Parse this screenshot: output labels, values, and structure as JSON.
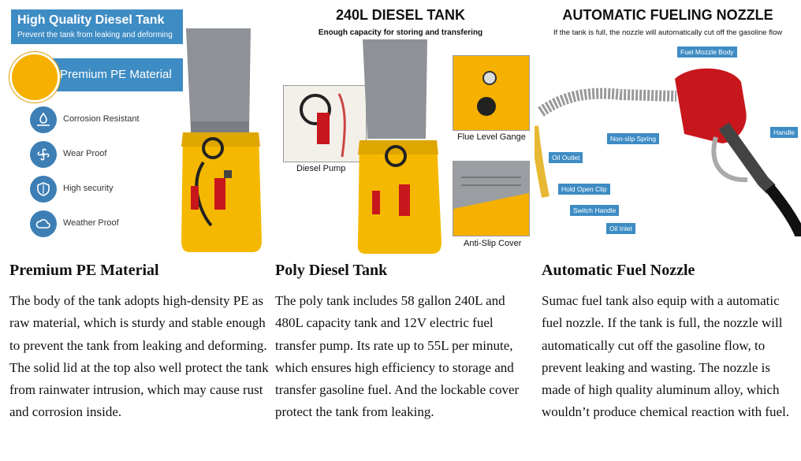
{
  "panel1": {
    "badge_title": "High Quality Diesel Tank",
    "badge_sub": "Prevent the tank from leaking and deforming",
    "pe_label": "Premium PE Material",
    "features": [
      {
        "label": "Corrosion Resistant",
        "icon": "drop-hand-icon"
      },
      {
        "label": "Wear Proof",
        "icon": "fan-icon"
      },
      {
        "label": "High security",
        "icon": "shield-icon"
      },
      {
        "label": "Weather Proof",
        "icon": "cloud-icon"
      }
    ]
  },
  "panel2": {
    "title": "240L DIESEL TANK",
    "subtitle": "Enough capacity for storing and transfering",
    "captions": {
      "pump": "Diesel Pump",
      "gauge": "Flue Level Gange",
      "cover": "Anti-Slip Cover"
    }
  },
  "panel3": {
    "title": "AUTOMATIC FUELING NOZZLE",
    "subtitle": "If the tank is full, the nozzle will automatically cut off the gasoline flow",
    "callouts": {
      "body": "Fuel Mozzle Body",
      "spring": "Non-slip Spring",
      "handle": "Handle",
      "outlet": "Oil Outlet",
      "clip": "Hold Open Clip",
      "switch": "Switch Handle",
      "inlet": "Oil Inlet"
    }
  },
  "columns": [
    {
      "title": "Premium PE Material",
      "body": "The body of the tank adopts high-density PE as raw material, which is sturdy and stable enough to prevent the tank from leaking and deforming. The solid lid at the top also well protect the tank from rainwater intrusion, which may cause rust and corrosion inside."
    },
    {
      "title": "Poly Diesel Tank",
      "body": "The poly tank includes 58 gallon 240L and 480L capacity tank and 12V electric fuel transfer pump. Its rate up to 55L per minute, which ensures high efficiency to storage and transfer gasoline fuel. And the lockable cover protect the tank from leaking."
    },
    {
      "title": "Automatic Fuel Nozzle",
      "body": "Sumac fuel tank also equip with a automatic fuel nozzle. If the tank is full, the nozzle will automatically cut off the gasoline flow, to prevent leaking and wasting. The nozzle is made of high quality aluminum alloy, which wouldn’t produce chemical reaction with fuel."
    }
  ],
  "colors": {
    "accent": "#3e8cc4",
    "tank": "#f5b800",
    "lid": "#8e9296",
    "nozzle": "#c8161d"
  }
}
